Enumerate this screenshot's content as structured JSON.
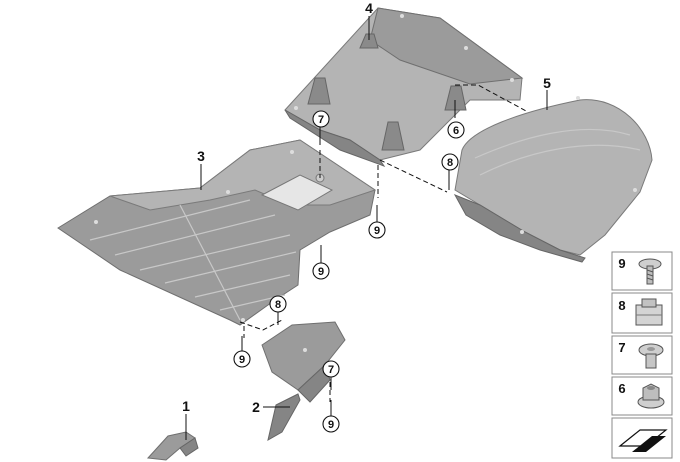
{
  "parts": [
    {
      "id": "part-1",
      "number": "1"
    },
    {
      "id": "part-2",
      "number": "2"
    },
    {
      "id": "part-3",
      "number": "3"
    },
    {
      "id": "part-4",
      "number": "4"
    },
    {
      "id": "part-5",
      "number": "5"
    }
  ],
  "callouts": {
    "c7a": "7",
    "c6": "6",
    "c8a": "8",
    "c9a": "9",
    "c9b": "9",
    "c8b": "8",
    "c9c": "9",
    "c7b": "7",
    "c9d": "9"
  },
  "legend": [
    {
      "number": "9",
      "icon": "screw-icon"
    },
    {
      "number": "8",
      "icon": "clip-nut-icon"
    },
    {
      "number": "7",
      "icon": "expanding-rivet-icon"
    },
    {
      "number": "6",
      "icon": "flange-nut-icon"
    },
    {
      "number": "",
      "icon": "vehicle-arrow-icon"
    }
  ],
  "colors": {
    "part_fill": "#9b9b9b",
    "line": "#111111"
  }
}
